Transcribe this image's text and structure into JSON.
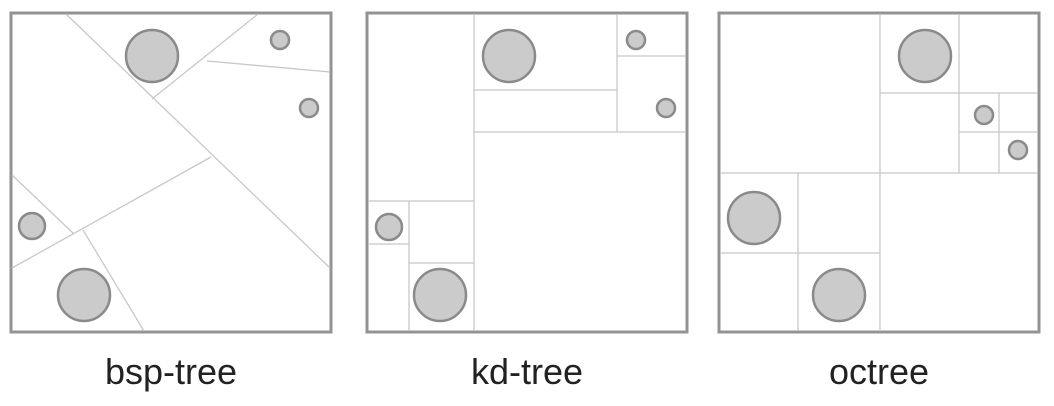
{
  "panels": [
    {
      "id": "bsp",
      "caption": "bsp-tree"
    },
    {
      "id": "kd",
      "caption": "kd-tree"
    },
    {
      "id": "octree",
      "caption": "octree"
    }
  ],
  "colors": {
    "frame": "#939393",
    "split_line": "#c8c8c8",
    "object_fill": "#cbcbcb",
    "object_stroke": "#8a8a8a",
    "caption_text": "#222222"
  }
}
